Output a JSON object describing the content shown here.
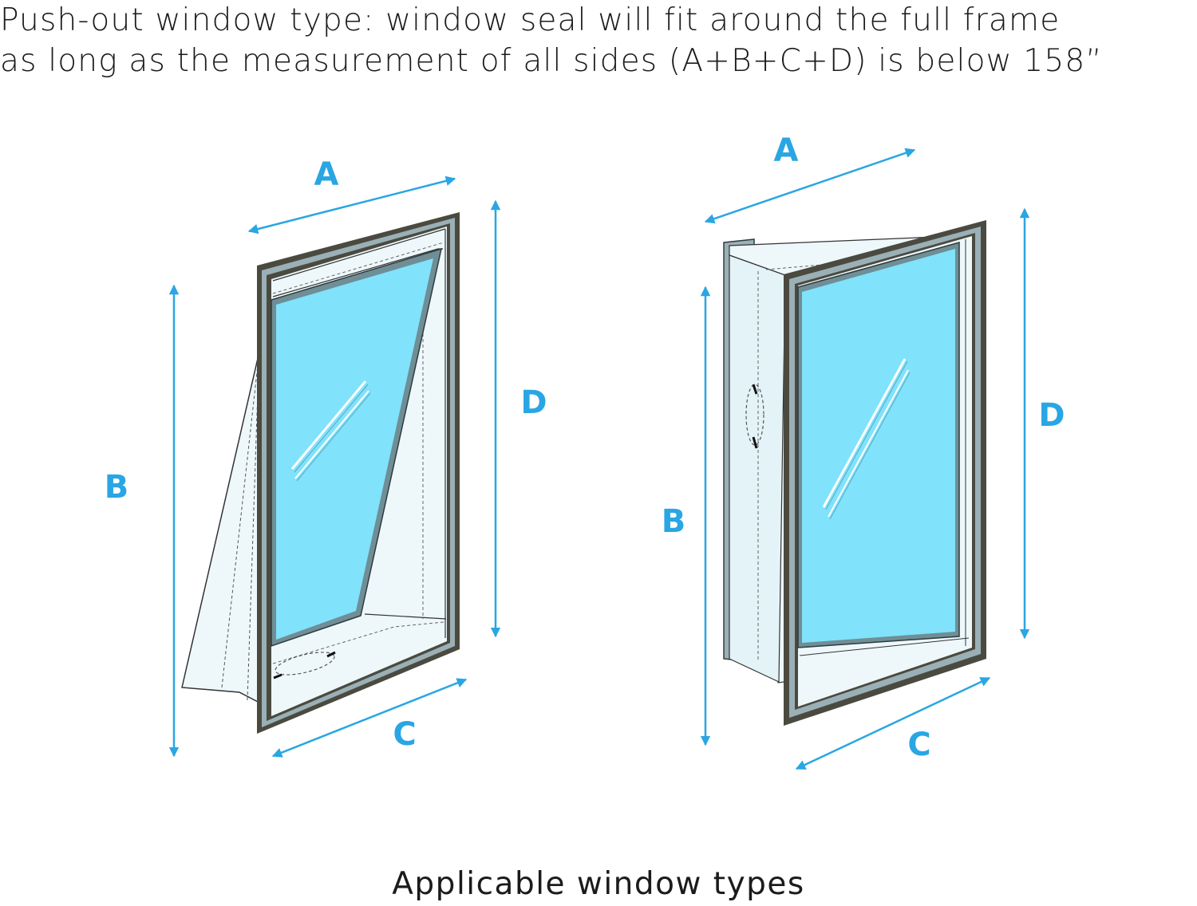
{
  "headline": {
    "line1": "Push-out window type: window seal will fit around the full frame",
    "line2": "as long as the measurement of all sides (A+B+C+D) is below 158”"
  },
  "caption": "Applicable window types",
  "colors": {
    "dimension": "#29a6e3",
    "frame": "#4b4a40",
    "glass": "#80e2fb",
    "seal": "#eef8fb"
  },
  "windows": [
    {
      "labels": {
        "a": "A",
        "b": "B",
        "c": "C",
        "d": "D"
      }
    },
    {
      "labels": {
        "a": "A",
        "b": "B",
        "c": "C",
        "d": "D"
      }
    }
  ]
}
